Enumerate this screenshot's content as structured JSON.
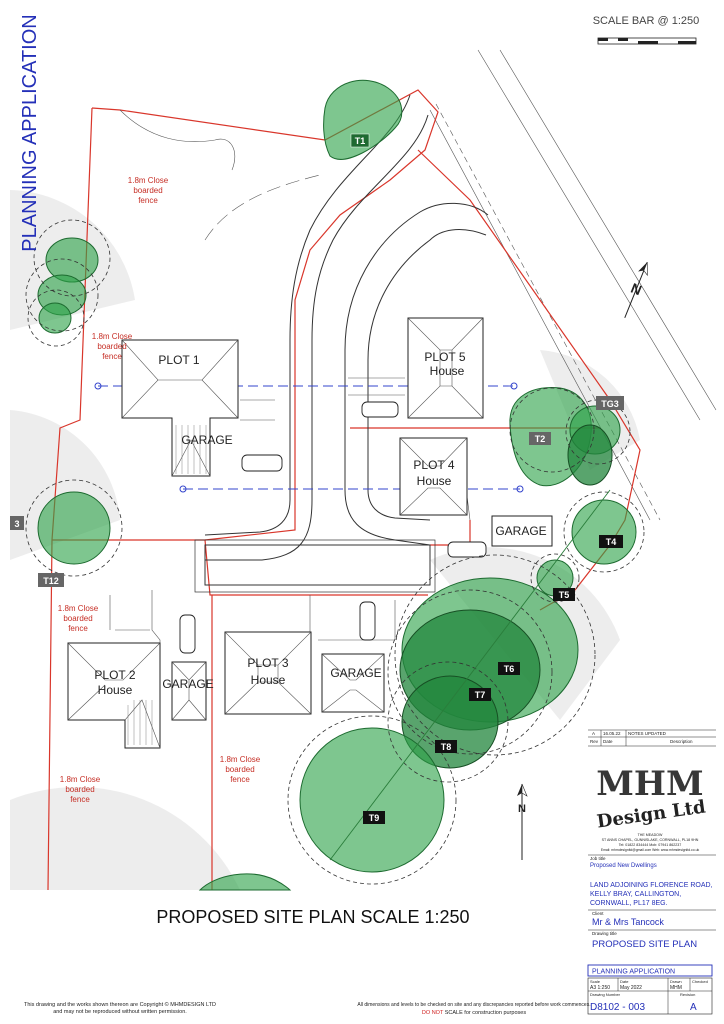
{
  "vertical_title": "PLANNING APPLICATION",
  "scale_bar_label": "SCALE BAR @ 1:250",
  "main_title": "PROPOSED SITE PLAN  SCALE 1:250",
  "plots": [
    {
      "id": "plot1",
      "label": "PLOT 1"
    },
    {
      "id": "plot2",
      "label": "PLOT 2",
      "sub": "House"
    },
    {
      "id": "plot3",
      "label": "PLOT 3",
      "sub": "House"
    },
    {
      "id": "plot4",
      "label": "PLOT 4",
      "sub": "House"
    },
    {
      "id": "plot5",
      "label": "PLOT 5",
      "sub": "House"
    }
  ],
  "garage_label": "GARAGE",
  "fence_notes": {
    "l1": "1.8m Close",
    "l2": "boarded",
    "l3": "fence"
  },
  "trees": [
    "T1",
    "T2",
    "TG3",
    "T4",
    "T5",
    "T6",
    "T7",
    "T8",
    "T9",
    "T12",
    "3"
  ],
  "revisions": {
    "rev": "A",
    "date": "16.05.22",
    "desc": "NOTES UPDATED",
    "hdr_rev": "Rev",
    "hdr_date": "Date",
    "hdr_desc": "Description"
  },
  "company": {
    "logo": "MHM Design Ltd",
    "addr1": "THE MEADOW",
    "addr2": "ST ANNS CHAPEL, GUNNISLAKE, CORNWALL, PL18 9HN",
    "addr3": "Tel: 01822 834444   Mob: 07941 862237",
    "addr4": "Email: mhmdesignltd@gmail.com  Web: www.mhmdesignltd.co.uk"
  },
  "title_block": {
    "job_title_h": "Job title",
    "job_title": "Proposed New Dwellings",
    "site1": "LAND ADJOINING FLORENCE ROAD,",
    "site2": "KELLY BRAY, CALLINGTON,",
    "site3": "CORNWALL, PL17 8EG.",
    "client_h": "Client",
    "client": "Mr & Mrs Tancock",
    "drawing_title_h": "Drawing title",
    "drawing_title": "PROPOSED SITE PLAN",
    "status": "PLANNING APPLICATION",
    "scale_h": "Scale",
    "scale": "A3  1:250",
    "date_h": "Date",
    "date": "May 2022",
    "drawn_h": "Drawn",
    "drawn": "MHM",
    "checked_h": "Checked",
    "drawing_no_h": "Drawing Number",
    "drawing_no": "D8102 - 003",
    "revision_h": "Revision",
    "revision": "A"
  },
  "copyright": {
    "l1": "This drawing and the works shown thereon are Copyright  © MHMDESIGN LTD",
    "l2": "and may not be reproduced without written permission."
  },
  "dimension_note": {
    "l1": "All dimensions and levels to be checked on site and any discrepancies reported before work commences.",
    "l2a": "DO NOT",
    "l2b": " SCALE for construction purposes"
  },
  "north_label": "N"
}
